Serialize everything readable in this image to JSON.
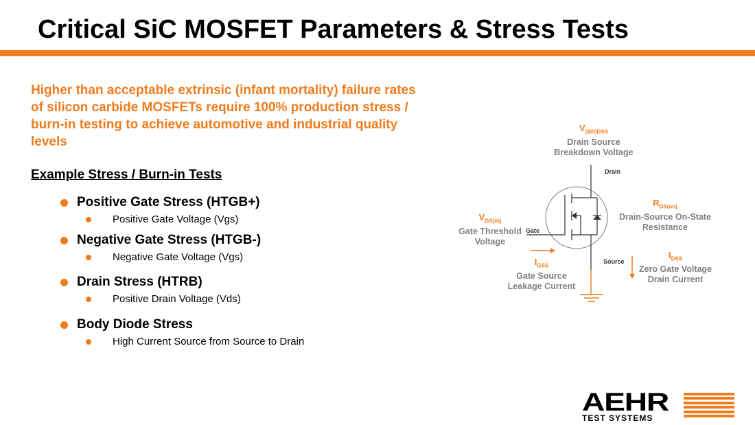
{
  "title": "Critical SiC MOSFET Parameters & Stress Tests",
  "intro": "Higher than acceptable extrinsic (infant mortality) failure rates of silicon carbide MOSFETs require 100% production stress / burn-in testing to achieve automotive and industrial quality levels",
  "subhead": "Example Stress / Burn-in Tests",
  "tests": [
    {
      "title": "Positive Gate Stress (HTGB+)",
      "sub": "Positive Gate Voltage (Vgs)"
    },
    {
      "title": "Negative Gate Stress (HTGB-)",
      "sub": "Negative Gate Voltage (Vgs)"
    },
    {
      "title": "Drain Stress (HTRB)",
      "sub": "Positive Drain Voltage (Vds)"
    },
    {
      "title": "Body Diode Stress",
      "sub": "High Current Source from Source to Drain"
    }
  ],
  "diagram": {
    "vbr": {
      "sym": "V",
      "sub": "(BR)DSS",
      "l1": "Drain Source",
      "l2": "Breakdown Voltage"
    },
    "vgs": {
      "sym": "V",
      "sub": "GS(th)",
      "l1": "Gate Threshold",
      "l2": "Voltage"
    },
    "rds": {
      "sym": "R",
      "sub": "DS(on)",
      "l1": "Drain-Source On-State",
      "l2": "Resistance"
    },
    "igss": {
      "sym": "I",
      "sub": "GSS",
      "l1": "Gate Source",
      "l2": "Leakage Current"
    },
    "idss": {
      "sym": "I",
      "sub": "DSS",
      "l1": "Zero Gate Voltage",
      "l2": "Drain Current"
    },
    "pins": {
      "drain": "Drain",
      "gate": "Gate",
      "source": "Source"
    }
  },
  "logo": {
    "name": "AEHR",
    "tagline": "TEST SYSTEMS"
  },
  "colors": {
    "accent": "#f07c1d",
    "label": "#7f7f7f"
  }
}
